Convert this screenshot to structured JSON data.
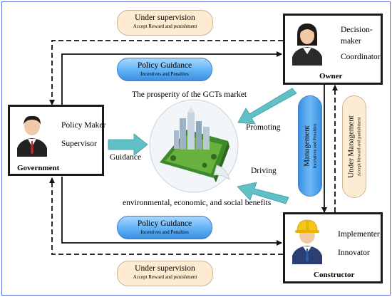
{
  "owner": {
    "name": "Owner",
    "role1": "Decision-",
    "role2": "maker",
    "role3": "Coordinator",
    "avatar": "businesswoman-avatar"
  },
  "government": {
    "name": "Government",
    "role1": "Policy Maker",
    "role2": "Supervisor",
    "avatar": "businessman-avatar"
  },
  "constructor": {
    "name": "Constructor",
    "role1": "Implementer",
    "role2": "Innovator",
    "avatar": "construction-worker-avatar"
  },
  "supervision_top": {
    "title": "Under supervision",
    "subtitle": "Accept Reward and punishment"
  },
  "supervision_bottom": {
    "title": "Under supervision",
    "subtitle": "Accept Reward and punishment"
  },
  "policy_top": {
    "title": "Policy Guidance",
    "subtitle": "Incentives and Penalties"
  },
  "policy_bottom": {
    "title": "Policy Guidance",
    "subtitle": "Incentives and Penalties"
  },
  "management": {
    "title": "Management",
    "subtitle": "Incentives and Penalties"
  },
  "under_management": {
    "title": "Under Management",
    "subtitle": "Accept Reward and punishment"
  },
  "center": {
    "title": "The prosperity of the GCTs market",
    "benefits": "environmental, economic, and social benefits",
    "illustration": "green-city-illustration"
  },
  "arrows": {
    "promoting": "Promoting",
    "driving": "Driving",
    "guidance": "Guidance"
  },
  "colors": {
    "dashed_line": "#111111",
    "arrow_teal": "#5fc0c6",
    "policy_blue": "#5fb1f5",
    "supervision_beige": "#fdebd2",
    "frame": "#5a6fd6"
  }
}
